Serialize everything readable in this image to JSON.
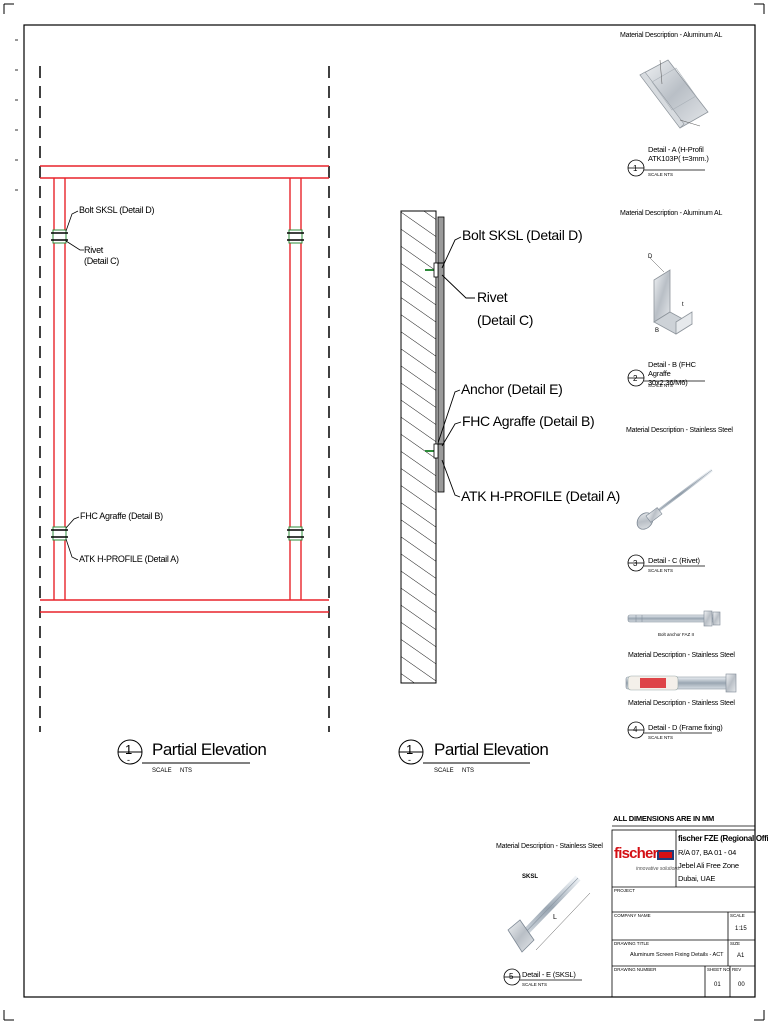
{
  "sheet_note": "ALL DIMENSIONS ARE IN MM",
  "elevation_left": {
    "labels": {
      "bolt": "Bolt SKSL (Detail D)",
      "rivet": "Rivet (Detail C)",
      "agraffe": "FHC Agraffe (Detail B)",
      "hprofile": "ATK H-PROFILE (Detail A)"
    },
    "tag_number": "1",
    "tag_sheet": "-",
    "title": "Partial Elevation",
    "scale_label": "SCALE",
    "scale_value": "NTS"
  },
  "elevation_right": {
    "labels": {
      "bolt": "Bolt SKSL (Detail D)",
      "rivet_1": "Rivet",
      "rivet_2": "(Detail C)",
      "anchor": "Anchor (Detail E)",
      "agraffe": "FHC Agraffe (Detail B)",
      "hprofile": "ATK H-PROFILE (Detail A)"
    },
    "tag_number": "1",
    "tag_sheet": "-",
    "title": "Partial Elevation",
    "scale_label": "SCALE",
    "scale_value": "NTS"
  },
  "details": [
    {
      "material": "Material Description - Aluminum AL",
      "num": "1",
      "title": "Detail - A (H-Profil ATK103P( t=3mm.)",
      "scale": "SCALE    NTS"
    },
    {
      "material": "Material Description - Aluminum AL",
      "num": "2",
      "title": "Detail - B (FHC Agraffe 30x2.36/M6)",
      "scale": "SCALE    NTS"
    },
    {
      "material": "Material Description - Stainless Steel",
      "num": "3",
      "title": "Detail - C (Rivet)",
      "scale": "SCALE    NTS"
    },
    {
      "material": "Material Description - Stainless Steel",
      "material_2": "Material Description - Stainless Steel",
      "caption": "Bolt anchor FAZ II",
      "num": "4",
      "title": "Detail - D (Frame fixing)",
      "scale": "SCALE    NTS"
    },
    {
      "material": "Material Description - Stainless Steel",
      "part_label": "SKSL",
      "dim_label": "L",
      "num": "5",
      "title": "Detail - E (SKSL)",
      "scale": "SCALE    NTS"
    }
  ],
  "title_block": {
    "logo": "fischer",
    "tagline": "innovative solutions",
    "office": "fischer FZE (Regional Office)",
    "address_1": "R/A 07, BA 01 - 04",
    "address_2": "Jebel Ali Free Zone",
    "address_3": "Dubai, UAE",
    "project_label": "PROJECT",
    "company_label": "COMPANY NAME",
    "scale_label": "SCALE",
    "scale_value": "1:15",
    "drawing_title_label": "DRAWING TITLE",
    "drawing_title": "Aluminum Screen Fixing Details - ACT",
    "size_label": "SIZE",
    "size_value": "A1",
    "drawing_number_label": "DRAWING NUMBER",
    "sheet_no_label": "SHEET NO",
    "sheet_no": "01",
    "rev_label": "REV",
    "rev": "00"
  },
  "colors": {
    "frame": "#e8242b",
    "lines": "#000000",
    "hatch": "#000000",
    "clip": "#2e8b3a",
    "logo_red": "#d40f14"
  }
}
